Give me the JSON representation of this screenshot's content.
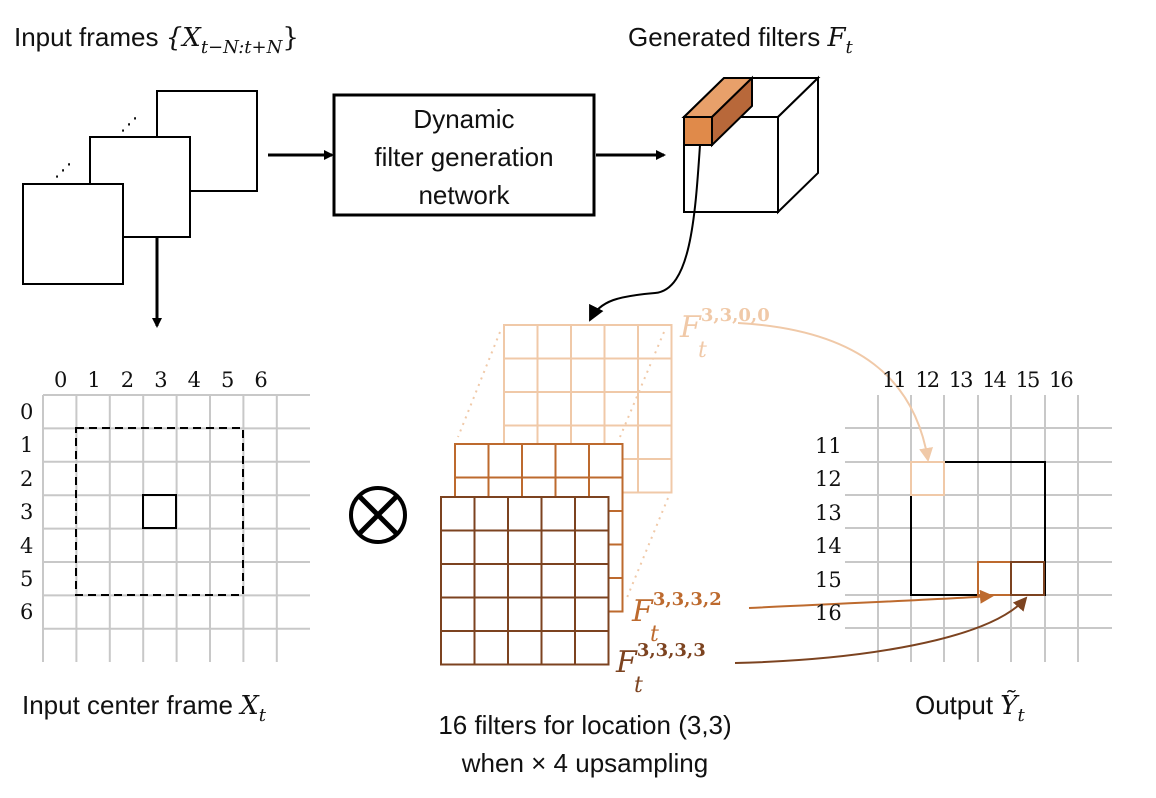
{
  "labels": {
    "input_frames": "Input frames",
    "input_frames_math": "{X",
    "input_frames_sub": "t−N:t+N",
    "input_frames_close": "}",
    "network_line1": "Dynamic",
    "network_line2": "filter generation",
    "network_line3": "network",
    "generated_filters": "Generated filters",
    "generated_filters_math": "F",
    "generated_filters_sub": "t",
    "input_center": "Input center frame",
    "input_center_math": "X",
    "input_center_sub": "t",
    "filters_caption_line1": "16 filters for location (3,3)",
    "filters_caption_line2": "when × 4 upsampling",
    "output": "Output",
    "output_math": "Ỹ",
    "output_sub": "t",
    "ellipsis": "⋰",
    "otimes": "⊗"
  },
  "filter_labels": [
    {
      "base": "F",
      "sup": "3,3,0,0",
      "sub": "t",
      "color": "#f0c9a8"
    },
    {
      "base": "F",
      "sup": "3,3,3,2",
      "sub": "t",
      "color": "#bd6a2e"
    },
    {
      "base": "F",
      "sup": "3,3,3,3",
      "sub": "t",
      "color": "#7c4320"
    }
  ],
  "input_grid": {
    "col_labels": [
      "0",
      "1",
      "2",
      "3",
      "4",
      "5",
      "6"
    ],
    "row_labels": [
      "0",
      "1",
      "2",
      "3",
      "4",
      "5",
      "6"
    ],
    "center_cell": [
      3,
      3
    ],
    "receptive_field": "1-5"
  },
  "output_grid": {
    "col_labels": [
      "11",
      "12",
      "13",
      "14",
      "15",
      "16"
    ],
    "row_labels": [
      "11",
      "12",
      "13",
      "14",
      "15",
      "16"
    ]
  },
  "colors": {
    "grid": "#c8c8c8",
    "filter_light": "#f0c9a8",
    "filter_mid": "#bd6a2e",
    "filter_dark": "#7c4320",
    "block_front": "#e08a4a",
    "block_top": "#e8a06a",
    "block_side": "#b8683a"
  }
}
